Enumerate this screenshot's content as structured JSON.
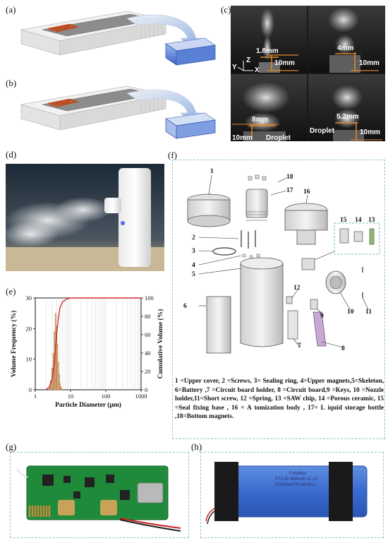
{
  "panels": {
    "a": "(a)",
    "b": "(b)",
    "c": "(c)",
    "d": "(d)",
    "e": "(e)",
    "f": "(f)",
    "g": "(g)",
    "h": "(h)"
  },
  "panel_c": {
    "q1": {
      "width": "1.8mm",
      "height": "10mm"
    },
    "q2": {
      "width": "4mm",
      "height": "10mm"
    },
    "q3": {
      "width": "8mm",
      "height": "10mm",
      "note": "Droplet"
    },
    "q4": {
      "width": "5.2mm",
      "height": "10mm",
      "note": "Droplet"
    },
    "axes": {
      "z": "Z",
      "y": "Y",
      "x": "X"
    }
  },
  "chart_data": {
    "type": "bar",
    "xlabel": "Particle Diameter (μm)",
    "ylabel": "Volume Frequency (%)",
    "y2label": "Cumulative Volume (%)",
    "xscale": "log",
    "xlim": [
      1,
      1000
    ],
    "ylim": [
      0,
      30
    ],
    "y2lim": [
      0,
      100
    ],
    "xticks": [
      "1",
      "10",
      "100",
      "1000"
    ],
    "yticks": [
      "0",
      "10",
      "20",
      "30"
    ],
    "y2ticks": [
      "0",
      "20",
      "40",
      "60",
      "80",
      "100"
    ],
    "x": [
      2.5,
      2.75,
      3.0,
      3.25,
      3.5,
      3.75,
      4.0,
      4.25,
      4.5,
      4.75,
      5.0,
      5.25,
      5.5
    ],
    "values": [
      1,
      3,
      7,
      12,
      19,
      25,
      21,
      15,
      9,
      5,
      2,
      1,
      0.5
    ],
    "cumulative": {
      "x": [
        2,
        2.5,
        3,
        3.5,
        4,
        4.5,
        5,
        6,
        8,
        10,
        20,
        1000
      ],
      "y": [
        0,
        3,
        12,
        30,
        58,
        78,
        89,
        96,
        99,
        100,
        100,
        100
      ]
    },
    "colors": {
      "bars": "#f2c9a3",
      "bar_edge": "#a0682f",
      "cumulative": "#d22b2b"
    }
  },
  "panel_f": {
    "part_numbers": [
      "1",
      "2",
      "3",
      "4",
      "5",
      "6",
      "7",
      "8",
      "9",
      "10",
      "11",
      "12",
      "13",
      "14",
      "15",
      "16",
      "17",
      "18"
    ],
    "legend": "1 =Upper cover, 2 =Screws, 3= Sealing ring, 4=Upper magnets,5=Skeleton, 6=Battery ,7 =Circuit board holder, 8 =Circuit board,9 =Keys, 10 =Nozzle holder,11=Short screw, 12 =Spring, 13 =SAW chip, 14 =Porous ceramic, 15 =Seal fixing base , 16 = A tomization body , 17= L iquid storage bottle ,18=Bottom magnets."
  },
  "panel_h": {
    "battery_lines": [
      "FullyMax",
      "FT3-25   450mAh 11.1V",
      "S/330mA  FP1447612"
    ]
  }
}
